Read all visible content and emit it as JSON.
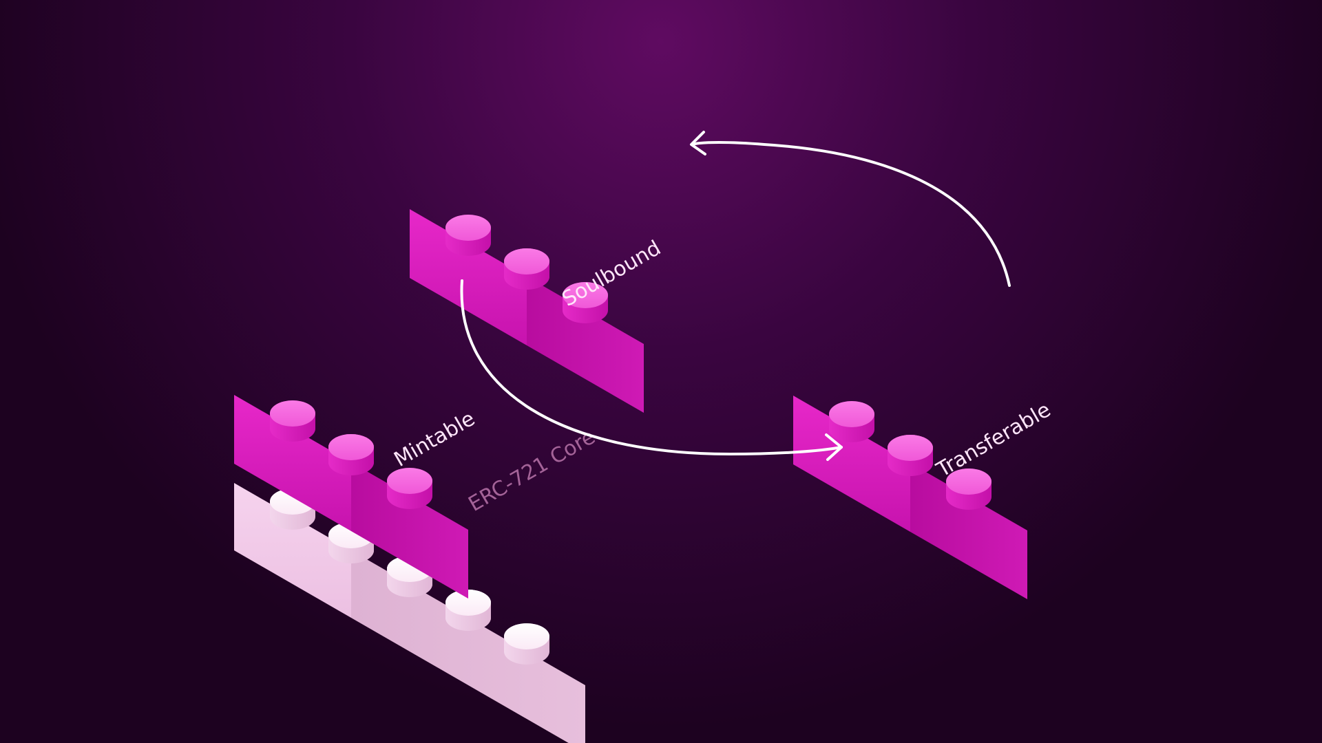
{
  "colors": {
    "background_dark": "#1d0220",
    "background_glow": "#5c0a5e",
    "brick_magenta": "#e01fc0",
    "brick_light": "#efc3e3",
    "arrow": "#ffffff",
    "label_on_magenta": "#ffe6fa",
    "label_on_light": "#a46398"
  },
  "bricks": {
    "core": {
      "label": "ERC-721 Core",
      "color": "light"
    },
    "mintable": {
      "label": "Mintable",
      "color": "magenta"
    },
    "soulbound": {
      "label": "Soulbound",
      "color": "magenta"
    },
    "transferable": {
      "label": "Transferable",
      "color": "magenta"
    }
  },
  "arrows": [
    {
      "from": "transferable",
      "to": "soulbound",
      "icon": "arrow-head-icon"
    },
    {
      "from": "soulbound",
      "to": "transferable",
      "icon": "arrow-head-icon"
    }
  ]
}
